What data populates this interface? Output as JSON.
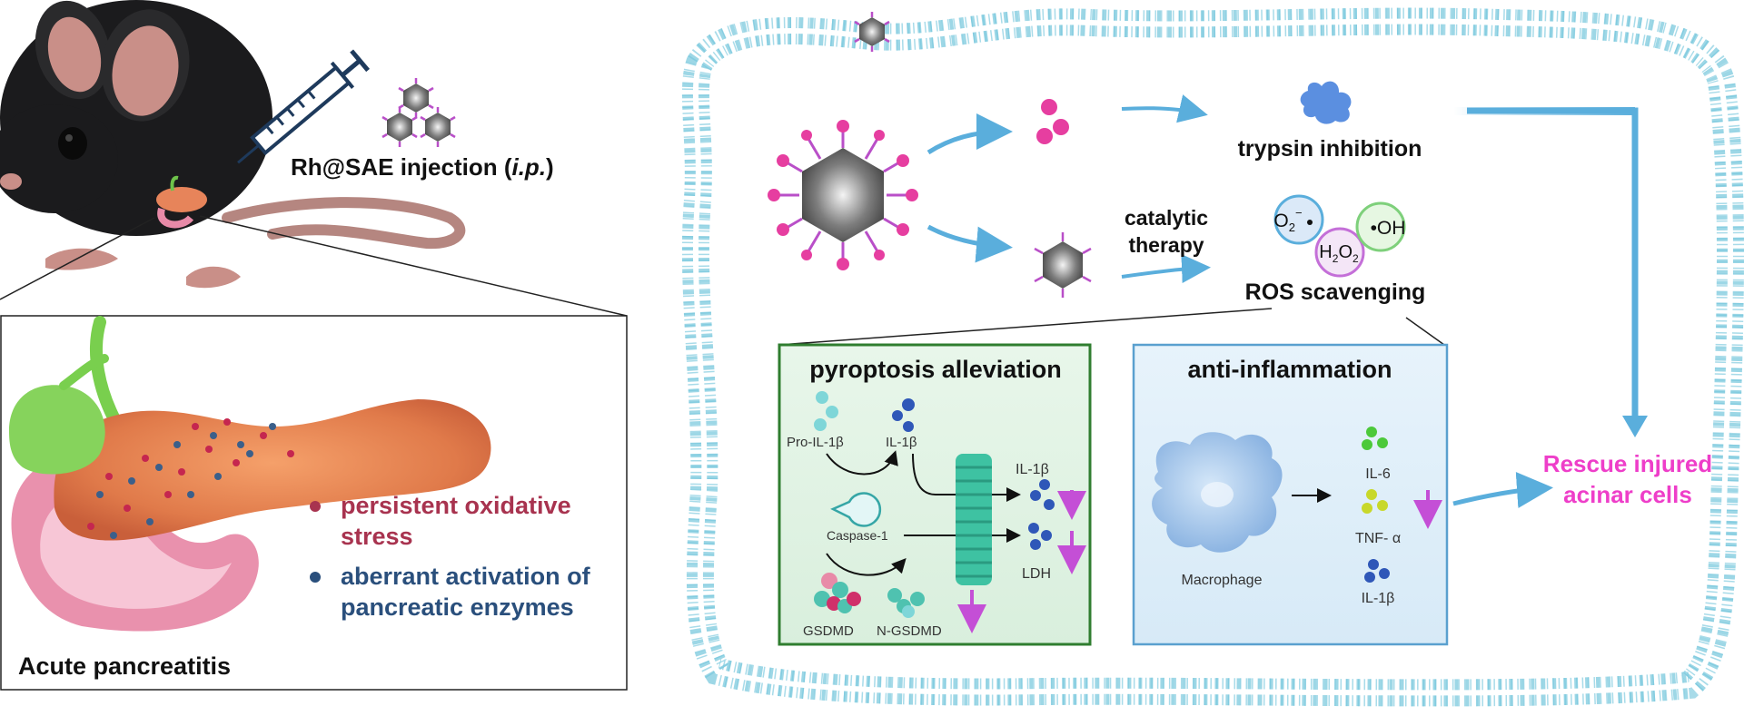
{
  "left": {
    "injection_prefix": "Rh@SAE injection (",
    "injection_italic": "i.p.",
    "injection_suffix": ")",
    "bullet1_line1": "persistent oxidative",
    "bullet1_line2": "stress",
    "bullet2_line1": "aberrant activation of",
    "bullet2_line2": "pancreatic enzymes",
    "panel_title": "Acute pancreatitis"
  },
  "right": {
    "trypsin": "trypsin inhibition",
    "catalytic_line1": "catalytic",
    "catalytic_line2": "therapy",
    "ros": "ROS scavenging",
    "ros_o2": "O",
    "ros_o2_sub": "2",
    "ros_o2_sup": "−",
    "ros_oh": "•OH",
    "ros_h2o2_h": "H",
    "ros_h2o2_2a": "2",
    "ros_h2o2_o": "O",
    "ros_h2o2_2b": "2",
    "rescue_line1": "Rescue injured",
    "rescue_line2": "acinar cells"
  },
  "pyroptosis": {
    "title": "pyroptosis alleviation",
    "pro_il": "Pro-IL-1β",
    "il1b": "IL-1β",
    "il1b_out": "IL-1β",
    "caspase": "Caspase-1",
    "ldh": "LDH",
    "gsdmd": "GSDMD",
    "ngsdmd": "N-GSDMD"
  },
  "inflammation": {
    "title": "anti-inflammation",
    "macrophage": "Macrophage",
    "il6": "IL-6",
    "tnf": "TNF- α",
    "il1b": "IL-1β"
  },
  "colors": {
    "membrane": "#8fd4e6",
    "arrow": "#5aaedc",
    "pink": "#e63ea0",
    "purple": "#b94fc8",
    "navy": "#1a1a1a",
    "rescue": "#ee3ec9",
    "oxid": "#a8334f",
    "enzyme": "#2a4f7c",
    "pyro_border": "#2f7d2f",
    "inflam_border": "#5aa0cf"
  }
}
